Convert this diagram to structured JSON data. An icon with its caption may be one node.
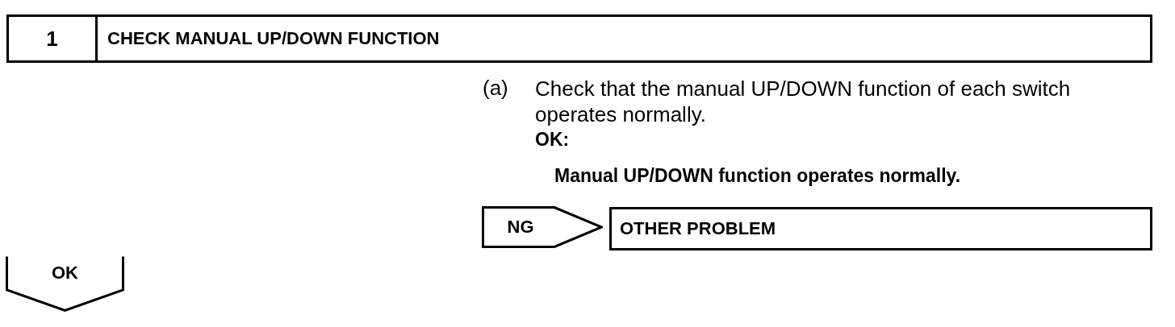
{
  "diagram": {
    "nodes": [
      {
        "text": [
          "1",
          "CHECK MANUAL UP/DOWN FUNCTION"
        ]
      },
      {
        "text": [
          "NG"
        ]
      },
      {
        "text": [
          "OTHER PROBLEM"
        ]
      },
      {
        "text": [
          "OK"
        ]
      }
    ],
    "labels": [
      "(a)",
      "Check that the manual UP/DOWN function of each switch operates normally.",
      "OK:",
      "Manual UP/DOWN function operates normally."
    ]
  }
}
